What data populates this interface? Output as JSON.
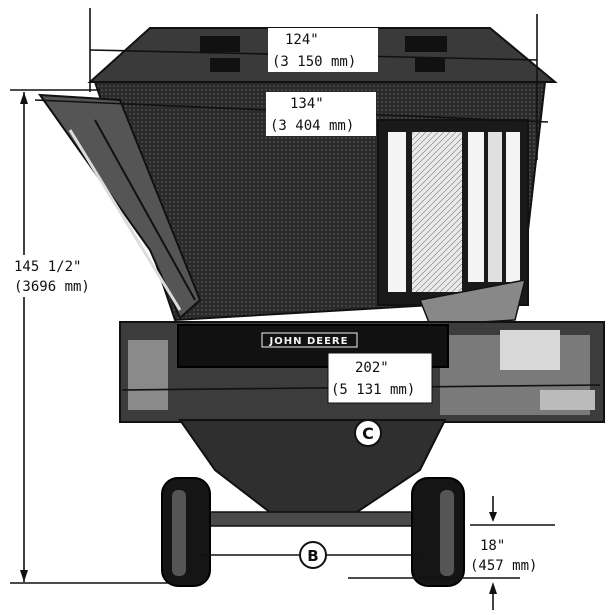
{
  "brand": "JOHN DEERE",
  "dimensions": {
    "top_width": {
      "inches": "124\"",
      "mm": "(3 150 mm)"
    },
    "upper_width": {
      "inches": "134\"",
      "mm": "(3 404 mm)"
    },
    "overall_height": {
      "inches": "145 1/2\"",
      "mm": "(3696 mm)"
    },
    "overall_width": {
      "inches": "202\"",
      "mm": "(5 131 mm)"
    },
    "ground_clearance": {
      "inches": "18\"",
      "mm": "(457 mm)"
    }
  },
  "callouts": {
    "c": "C",
    "b": "B"
  }
}
